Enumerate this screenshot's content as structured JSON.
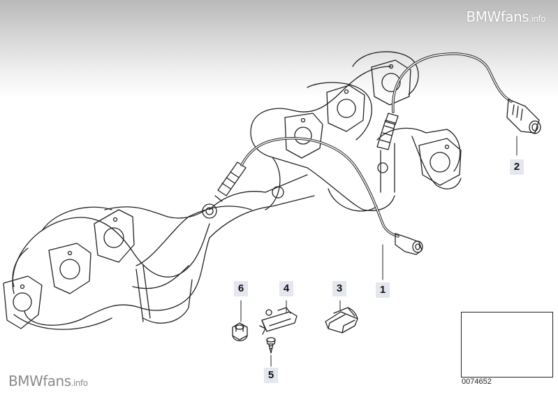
{
  "watermark": {
    "brand": "BMWfans",
    "suffix": ".info"
  },
  "callouts": {
    "p1": "1",
    "p2": "2",
    "p3": "3",
    "p4": "4",
    "p5": "5",
    "p6": "6"
  },
  "diagram_id": "0074652",
  "icons": [
    "exhaust-manifold-icon",
    "oxygen-sensor-icon",
    "clip-icon",
    "holder-icon",
    "screw-icon",
    "nut-icon",
    "car-thumbnail-icon"
  ]
}
